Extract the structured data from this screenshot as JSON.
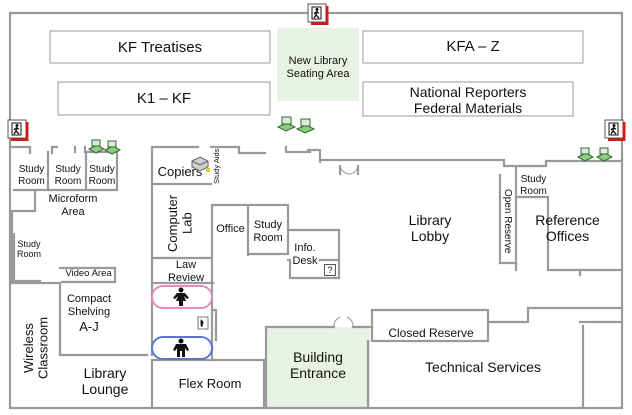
{
  "colors": {
    "wall": "#9a9a9a",
    "highlight_area": "#e8f3e3",
    "exit_red": "#d61a1a",
    "women_restroom": "#e889b6",
    "men_restroom": "#5a78cc"
  },
  "shelving": {
    "kf_treatises": "KF Treatises",
    "kfa_z": "KFA – Z",
    "k1_kf": "K1 – KF",
    "national_reporters": "National Reporters\nFederal Materials"
  },
  "areas": {
    "new_library_seating": "New Library\nSeating Area",
    "study_room": "Study\nRoom",
    "microform_area": "Microform\nArea",
    "video_area": "Video Area",
    "compact_shelving": "Compact\nShelving",
    "compact_shelving_range": "A-J",
    "wireless_classroom": "Wireless\nClassroom",
    "library_lounge": "Library\nLounge",
    "copiers": "Copiers",
    "study_aids": "Study Aids",
    "computer_lab": "Computer\nLab",
    "office": "Office",
    "law_review": "Law\nReview",
    "flex_room": "Flex Room",
    "info_desk": "Info.\nDesk",
    "info_desk_symbol": "?",
    "building_entrance": "Building\nEntrance",
    "library_lobby": "Library\nLobby",
    "open_reserve": "Open Reserve",
    "reference_offices": "Reference\nOffices",
    "closed_reserve": "Closed Reserve",
    "technical_services": "Technical Services"
  },
  "icons": [
    "emergency-exit-icon",
    "computer-workstation-icon",
    "copier-icon",
    "restroom-women-icon",
    "restroom-men-icon",
    "telephone-icon"
  ]
}
